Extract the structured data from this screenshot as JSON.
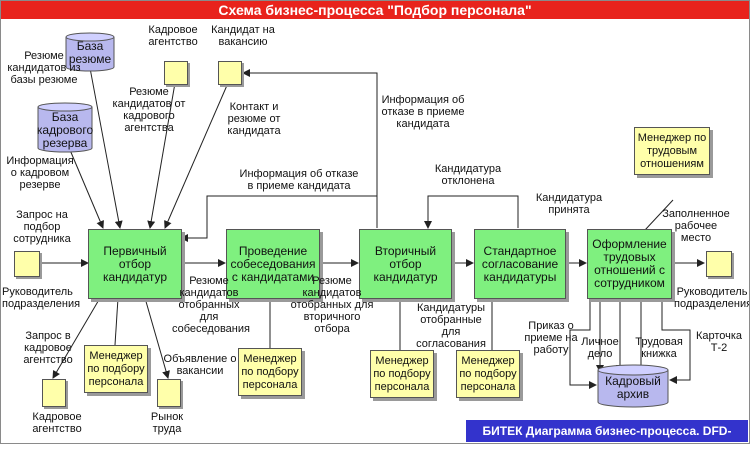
{
  "header": {
    "title": "Схема бизнес-процесса \"Подбор персонала\""
  },
  "footer": {
    "caption": "БИТЕК Диаграмма бизнес-процесса. DFD-схема"
  },
  "processes": {
    "p1": "Первичный отбор кандидатур",
    "p2": "Проведение собеседования с кандидатами",
    "p3": "Вторичный отбор кандидатур",
    "p4": "Стандартное согласование кандидатуры",
    "p5": "Оформление трудовых отношений с сотрудником"
  },
  "stores": {
    "resume_db": "База резюме",
    "reserve_db": "База кадрового резерва",
    "archive": "Кадровый архив"
  },
  "roles": {
    "m1": "Менеджер по подбору персонала",
    "m2": "Менеджер по подбору персонала",
    "m3": "Менеджер по подбору персонала",
    "m4": "Менеджер по подбору персонала",
    "m5": "Менеджер по трудовым отношениям"
  },
  "labels": {
    "agency_top": "Кадровое агентство",
    "candidate_top": "Кандидат на вакансию",
    "resume_from_db": "Резюме кандидатов из базы резюме",
    "reserve_info": "Информация о кадровом резерве",
    "resume_from_agency": "Резюме кандидатов от кадрового агентства",
    "contact_resume": "Контакт и резюме от кандидата",
    "refusal_top": "Информация об отказе в приеме кандидата",
    "refusal_mid": "Информация об отказе в приеме кандидата",
    "rejected": "Кандидатура отклонена",
    "accepted": "Кандидатура принята",
    "request_employee": "Запрос на подбор сотрудника",
    "head_left": "Руководитель подразделения",
    "request_agency": "Запрос в кадровое агентство",
    "agency_bottom": "Кадровое агентство",
    "vacancy_ad": "Объявление о вакансии",
    "labor_market": "Рынок труда",
    "selected_interview": "Резюме кандидатов отобранных для собеседования",
    "selected_second": "Резюме кандидатов отобранных для вторичного отбора",
    "selected_approval": "Кандидатуры отобранные для согласования",
    "hire_order": "Приказ о приеме на работу",
    "personal_file": "Личное дело",
    "work_book": "Трудовая книжка",
    "card_t2": "Карточка Т-2",
    "filled_place": "Заполненное рабочее место",
    "head_right": "Руководитель подразделения"
  }
}
